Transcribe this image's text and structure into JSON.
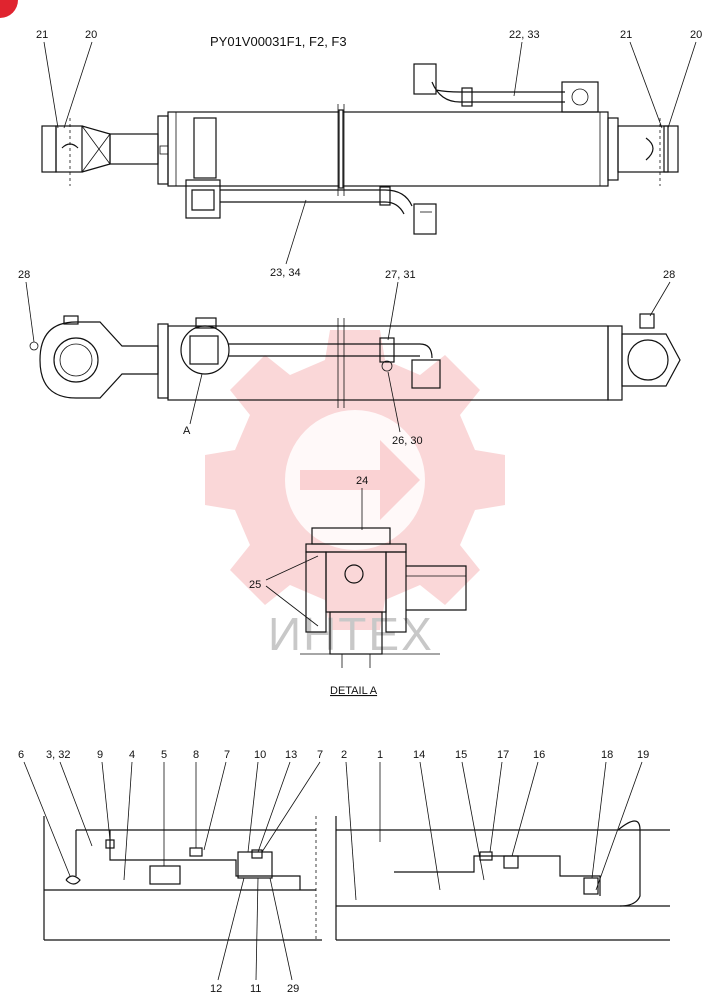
{
  "title": "PY01V00031F1, F2, F3",
  "detail_label": "DETAIL  A",
  "watermark_text": "ИНТЕХ",
  "callouts": {
    "top_view": [
      "21",
      "20",
      "22, 33",
      "21",
      "20",
      "23, 34"
    ],
    "side_view": [
      "28",
      "27, 31",
      "28",
      "A",
      "26, 30"
    ],
    "detail": [
      "24",
      "25"
    ],
    "section_top": [
      "6",
      "3, 32",
      "9",
      "4",
      "5",
      "8",
      "7",
      "10",
      "13",
      "7",
      "2",
      "1",
      "14",
      "15",
      "17",
      "16",
      "18",
      "19"
    ],
    "section_bottom": [
      "12",
      "11",
      "29"
    ]
  },
  "colors": {
    "ink": "#111111",
    "watermark": "#e8474d",
    "corner_mark": "#e0242f"
  }
}
